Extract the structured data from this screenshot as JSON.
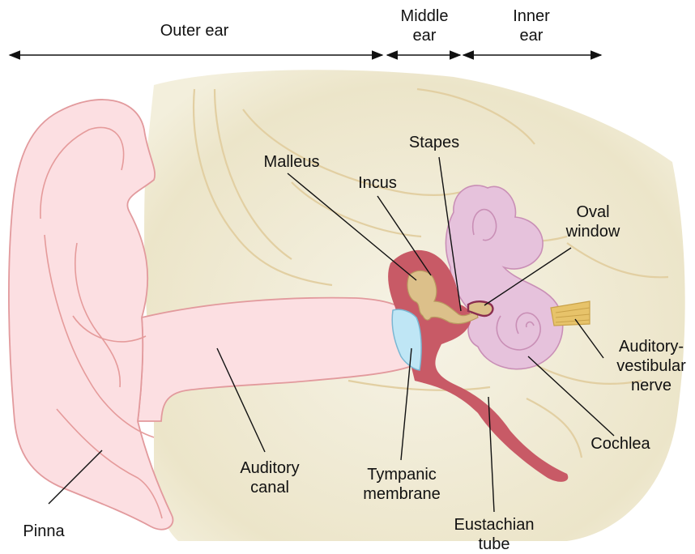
{
  "regions": {
    "outer": "Outer ear",
    "middle_1": "Middle",
    "middle_2": "ear",
    "inner_1": "Inner",
    "inner_2": "ear"
  },
  "labels": {
    "malleus": "Malleus",
    "stapes": "Stapes",
    "incus": "Incus",
    "oval_window_1": "Oval",
    "oval_window_2": "window",
    "nerve_1": "Auditory-",
    "nerve_2": "vestibular",
    "nerve_3": "nerve",
    "cochlea": "Cochlea",
    "canal_1": "Auditory",
    "canal_2": "canal",
    "tympanic_1": "Tympanic",
    "tympanic_2": "membrane",
    "eustachian_1": "Eustachian",
    "eustachian_2": "tube",
    "pinna": "Pinna"
  },
  "colors": {
    "background_tissue": "#f1ecd8",
    "pinna_fill": "#fbdde0",
    "pinna_outline": "#e29a9d",
    "middle_ear_cavity": "#c85a66",
    "ossicles": "#dcc08a",
    "tympanic_membrane": "#bfe6f5",
    "inner_ear": "#e6c2dc",
    "nerve": "#e7c36a"
  }
}
